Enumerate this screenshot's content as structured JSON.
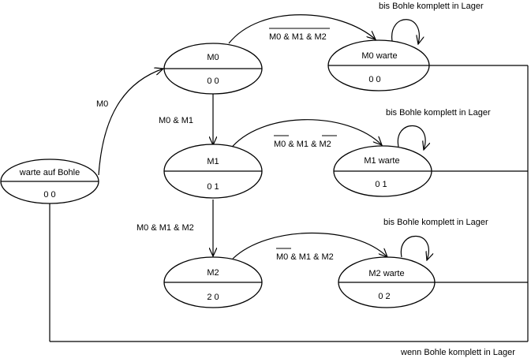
{
  "states": {
    "warte": {
      "name": "warte auf Bohle",
      "output": "0 0"
    },
    "m0": {
      "name": "M0",
      "output": "0 0"
    },
    "m1": {
      "name": "M1",
      "output": "0 1"
    },
    "m2": {
      "name": "M2",
      "output": "2 0"
    },
    "m0w": {
      "name": "M0 warte",
      "output": "0 0"
    },
    "m1w": {
      "name": "M1 warte",
      "output": "0 1"
    },
    "m2w": {
      "name": "M2 warte",
      "output": "0 2"
    }
  },
  "transitions": {
    "warte_m0": "M0",
    "m0_m1": "M0 & M1",
    "m1_m2": "M0 & M1 & M2",
    "m0_m0w": "M0 & M1 & M2",
    "m1_m1w": "M0 & M1 & M2",
    "m2_m2w": "M0 & M1 & M2",
    "m0w_self": "bis Bohle komplett in Lager",
    "m1w_self": "bis Bohle komplett in Lager",
    "m2w_self": "bis Bohle komplett in Lager",
    "return": "wenn Bohle komplett in Lager"
  }
}
